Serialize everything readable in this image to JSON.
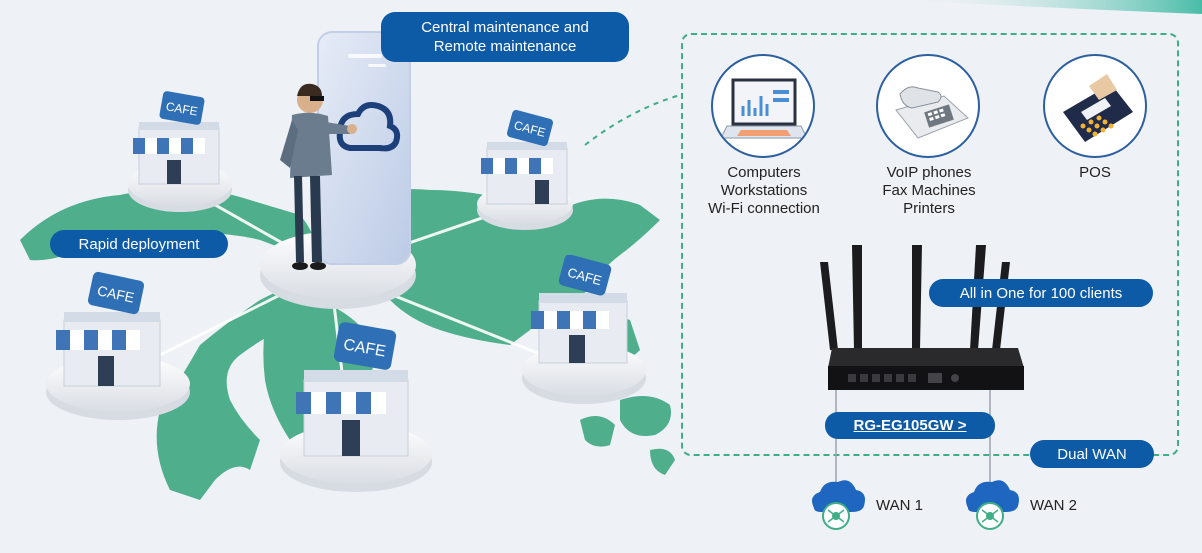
{
  "labels": {
    "central": [
      "Central maintenance and",
      "Remote maintenance"
    ],
    "rapid": "Rapid deployment",
    "all_in_one": "All in One for 100 clients",
    "dual_wan": "Dual WAN",
    "product_link": "RG-EG105GW >",
    "wan1": "WAN 1",
    "wan2": "WAN 2"
  },
  "devices": [
    {
      "icon": "computer-icon",
      "lines": [
        "Computers",
        "Workstations",
        "Wi-Fi connection"
      ]
    },
    {
      "icon": "voip-phone-icon",
      "lines": [
        "VoIP phones",
        "Fax Machines",
        "Printers"
      ]
    },
    {
      "icon": "pos-terminal-icon",
      "lines": [
        "POS"
      ]
    }
  ],
  "cafe_sign": "CAFE",
  "colors": {
    "brand_blue": "#0d5aa7",
    "map_green": "#4fae8c",
    "dash_green": "#3fae86",
    "background": "#eef1f5"
  }
}
